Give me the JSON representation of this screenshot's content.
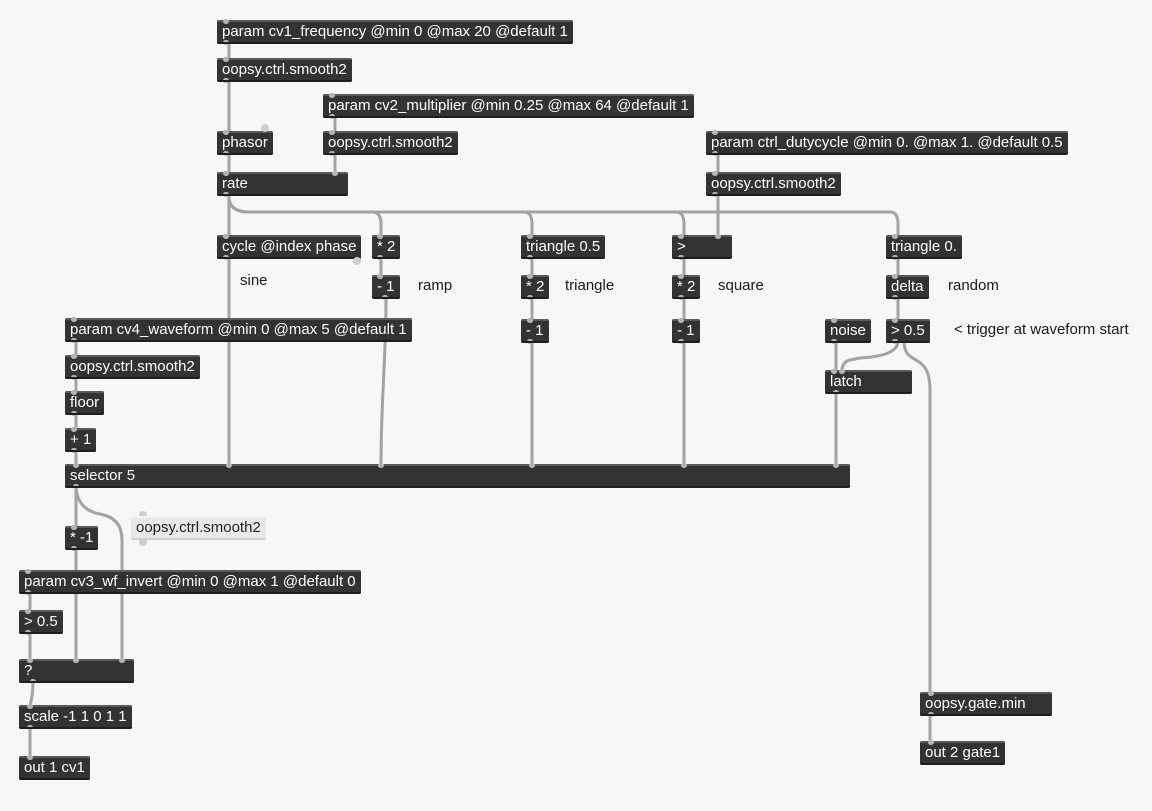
{
  "objects": {
    "param_cv1": "param cv1_frequency @min 0 @max 20 @default 1",
    "smooth_cv1": "oopsy.ctrl.smooth2",
    "param_cv2": "param cv2_multiplier @min 0.25 @max 64 @default 1",
    "phasor": "phasor",
    "smooth_cv2": "oopsy.ctrl.smooth2",
    "param_duty": "param ctrl_dutycycle @min 0. @max 1. @default 0.5",
    "rate": "rate",
    "smooth_duty": "oopsy.ctrl.smooth2",
    "cycle": "cycle @index phase",
    "mul2_ramp": "* 2",
    "triangle_half": "triangle 0.5",
    "gt_square": ">",
    "triangle_zero": "triangle 0.",
    "sub1_ramp": "- 1",
    "mul2_tri": "* 2",
    "mul2_sq": "* 2",
    "delta": "delta",
    "param_cv4": "param cv4_waveform @min 0 @max 5 @default 1",
    "sub1_tri": "- 1",
    "sub1_sq": "- 1",
    "noise": "noise",
    "gt_trig": "> 0.5",
    "smooth_cv4": "oopsy.ctrl.smooth2",
    "latch": "latch",
    "floor": "floor",
    "add1": "+ 1",
    "selector": "selector 5",
    "smooth_extra": "oopsy.ctrl.smooth2",
    "mul_neg1": "* -1",
    "param_cv3": "param cv3_wf_invert @min 0 @max 1 @default 0",
    "gt_inv": "> 0.5",
    "switch": "?",
    "scale": "scale -1 1 0 1 1",
    "out1": "out 1 cv1",
    "gate_min": "oopsy.gate.min",
    "out2": "out 2 gate1"
  },
  "comments": {
    "sine": "sine",
    "ramp": "ramp",
    "triangle": "triangle",
    "square": "square",
    "random": "random",
    "trigger": "< trigger at waveform start"
  }
}
